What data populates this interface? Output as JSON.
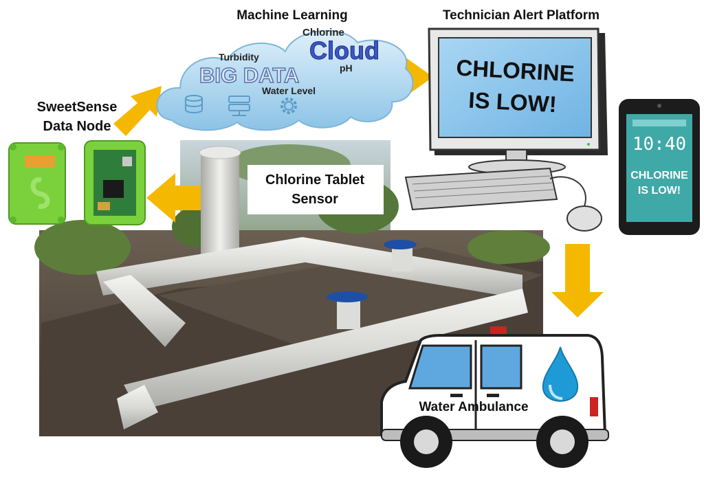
{
  "labels": {
    "machine_learning": "Machine Learning",
    "technician_platform": "Technician Alert Platform",
    "sweetsense_line1": "SweetSense",
    "sweetsense_line2": "Data Node",
    "chlorine_tablet_line1": "Chlorine Tablet",
    "chlorine_tablet_line2": "Sensor",
    "water_ambulance": "Water Ambulance"
  },
  "cloud": {
    "chlorine": "Chlorine",
    "cloud": "Cloud",
    "turbidity": "Turbidity",
    "big_data": "BIG DATA",
    "ph": "pH",
    "water_level": "Water Level"
  },
  "monitor": {
    "line1": "CHLORINE",
    "line2": "IS LOW!"
  },
  "phone": {
    "time": "10:40",
    "line1": "CHLORINE",
    "line2": "IS LOW!"
  },
  "colors": {
    "arrow": "#f5b800",
    "cloud_fill": "#b9dcf2",
    "monitor_screen": "#8fc8ef",
    "phone_screen": "#3fa9a7",
    "sensor_green": "#7bd13c",
    "water_drop": "#1e9bd7"
  }
}
